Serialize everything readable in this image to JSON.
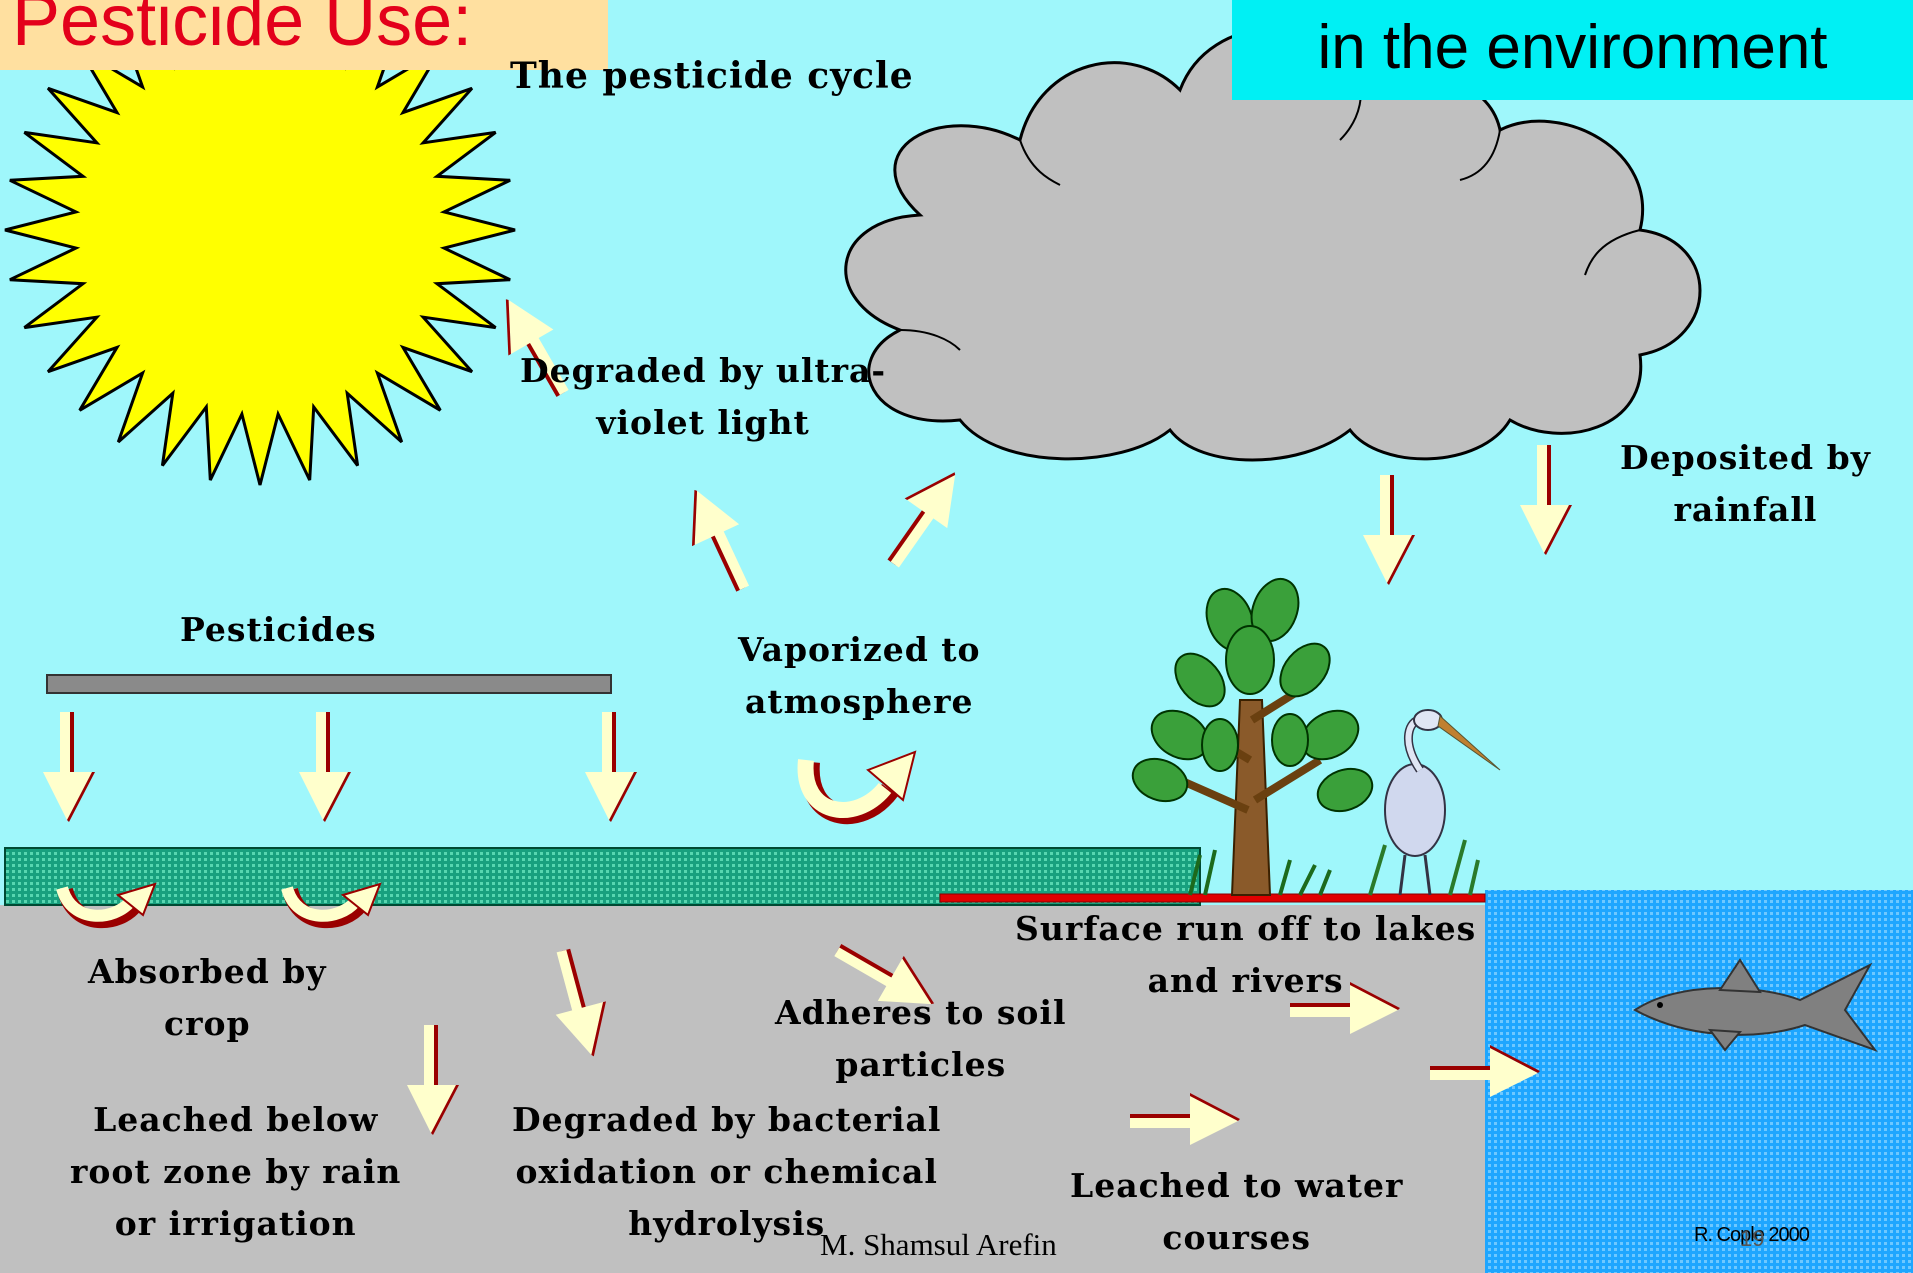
{
  "header": {
    "slide_title": "Pesticide Use:",
    "subtitle_box": "in the environment"
  },
  "diagram": {
    "title": "The pesticide cycle",
    "labels": {
      "degraded_uv_1": "Degraded by ultra-",
      "degraded_uv_2": "violet light",
      "deposited_1": "Deposited by",
      "deposited_2": "rainfall",
      "pesticides": "Pesticides",
      "vaporized_1": "Vaporized to",
      "vaporized_2": "atmosphere",
      "runoff_1": "Surface run off to lakes",
      "runoff_2": "and rivers",
      "absorbed_1": "Absorbed by",
      "absorbed_2": "crop",
      "adheres_1": "Adheres to soil",
      "adheres_2": "particles",
      "leached_below_1": "Leached below",
      "leached_below_2": "root zone by rain",
      "leached_below_3": "or irrigation",
      "bacterial_1": "Degraded by bacterial",
      "bacterial_2": "oxidation or chemical",
      "bacterial_3": "hydrolysis",
      "leached_water_1": "Leached to water",
      "leached_water_2": "courses"
    },
    "copyright": "R. Cople 2000"
  },
  "footer": {
    "author": "M. Shamsul Arefin",
    "slide_number": "19"
  },
  "colors": {
    "sky": "#9ff7fb",
    "sun": "#ffff00",
    "cloud": "#c0c0c0",
    "ground": "#c0c0c0",
    "crop_strip": "#1fa88a",
    "water": "#1ea6ff",
    "arrow_fill": "#ffffcc",
    "arrow_shadow": "#cc0000",
    "title_red": "#e3001b",
    "title_box": "#ffe0a0",
    "subtitle_box": "#00f0f4"
  }
}
